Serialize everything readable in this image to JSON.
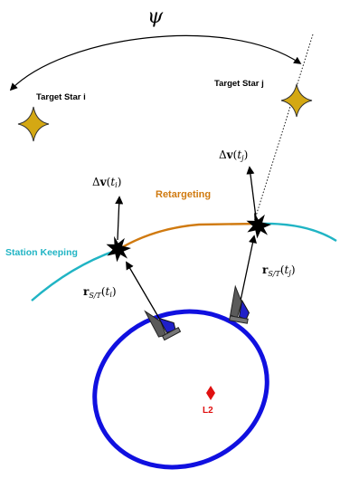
{
  "angle_symbol": "ψ",
  "stars": {
    "i": {
      "label": "Target Star i"
    },
    "j": {
      "label": "Target Star j"
    }
  },
  "phases": {
    "retargeting": "Retargeting",
    "station_keeping": "Station Keeping"
  },
  "delta_v": {
    "i": {
      "prefix": "Δ",
      "vec": "v",
      "open": "(",
      "var": "t",
      "sub": "i",
      "close": ")"
    },
    "j": {
      "prefix": "Δ",
      "vec": "v",
      "open": "(",
      "var": "t",
      "sub": "j",
      "close": ")"
    }
  },
  "position_vec": {
    "i": {
      "vec": "r",
      "sub": "S/T",
      "open": "(",
      "var": "t",
      "tsub": "i",
      "close": ")"
    },
    "j": {
      "vec": "r",
      "sub": "S/T",
      "open": "(",
      "var": "t",
      "tsub": "j",
      "close": ")"
    }
  },
  "l2_label": "L2",
  "colors": {
    "star_fill": "#d4a813",
    "retargeting": "#d07a10",
    "station_keeping": "#20b4c4",
    "orbit": "#1010e0",
    "l2": "#e01010"
  }
}
